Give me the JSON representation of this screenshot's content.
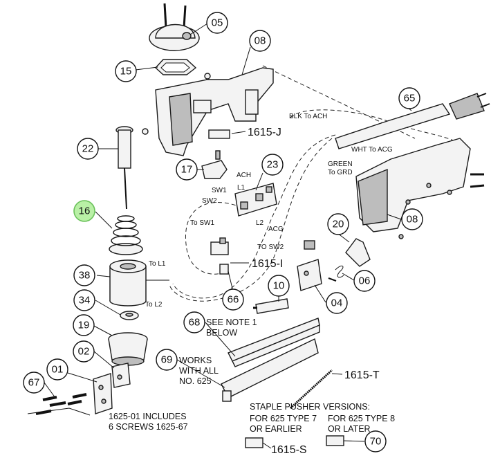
{
  "callouts": {
    "c05": "05",
    "c08a": "08",
    "c15": "15",
    "c65": "65",
    "c22": "22",
    "c17": "17",
    "c23": "23",
    "c16": "16",
    "c08b": "08",
    "c20": "20",
    "c38": "38",
    "c06": "06",
    "c66": "66",
    "c34": "34",
    "c10": "10",
    "c04": "04",
    "c19": "19",
    "c68": "68",
    "c02": "02",
    "c69": "69",
    "c01": "01",
    "c67": "67",
    "c70": "70"
  },
  "part_labels": {
    "p1615j": "1615-J",
    "p1615i": "1615-I",
    "p1615t": "1615-T",
    "p1615s": "1615-S"
  },
  "wire_labels": {
    "blk_to_ach": "BLK To ACH",
    "wht_to_acg": "WHT To ACG",
    "green": "GREEN",
    "to_grd": "To GRD",
    "ach": "ACH",
    "sw1": "SW1",
    "l1": "L1",
    "sw2": "SW2",
    "l2": "L2",
    "acg": "ACG",
    "to_sw1": "To SW1",
    "to_sw2": "TO SW2",
    "to_l1": "To L1",
    "to_l2": "To L2"
  },
  "notes": {
    "n68_line1": "SEE NOTE 1",
    "n68_line2": "BELOW",
    "n69_line1": "WORKS",
    "n69_line2": "WITH ALL",
    "n69_line3": "NO. 625",
    "n01_line1": "1625-01 INCLUDES",
    "n01_line2": "6 SCREWS 1625-67",
    "pusher_title": "STAPLE PUSHER VERSIONS:",
    "pusher_left_1": "FOR 625 TYPE 7",
    "pusher_left_2": "OR EARLIER",
    "pusher_right_1": "FOR 625 TYPE 8",
    "pusher_right_2": "OR LATER"
  },
  "colors": {
    "highlight_fill": "#b9f0a6",
    "highlight_stroke": "#6ac15a",
    "line": "#111111"
  }
}
